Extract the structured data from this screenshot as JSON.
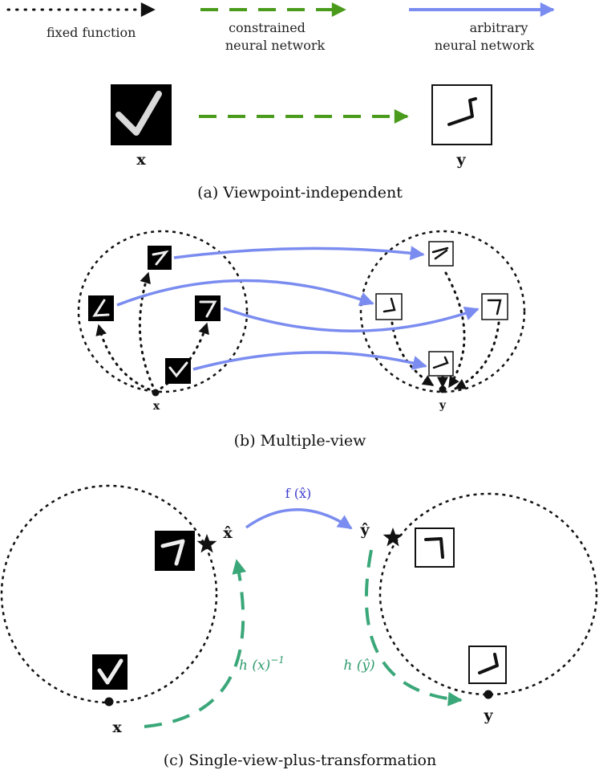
{
  "legend": {
    "fixed": "fixed function",
    "constrained_1": "constrained",
    "constrained_2": "neural network",
    "arbitrary_1": "arbitrary",
    "arbitrary_2": "neural network"
  },
  "colors": {
    "fixed": "#111111",
    "constrained": "#4a9a1c",
    "arbitrary": "#7b8cf0",
    "transform": "#3aa779",
    "blue_label": "#3b3bd0"
  },
  "panel_a": {
    "caption": "(a) Viewpoint-independent",
    "x_label": "x",
    "y_label": "y"
  },
  "panel_b": {
    "caption": "(b) Multiple-view",
    "x_label": "x",
    "y_label": "y"
  },
  "panel_c": {
    "caption": "(c) Single-view-plus-transformation",
    "x_label": "x",
    "y_label": "y",
    "xhat_label": "x̂",
    "yhat_label": "ŷ",
    "f_label": "f (x̂)",
    "h_x_label": "h (x)",
    "h_x_sup": "−1",
    "h_y_label": "h (ŷ)"
  }
}
